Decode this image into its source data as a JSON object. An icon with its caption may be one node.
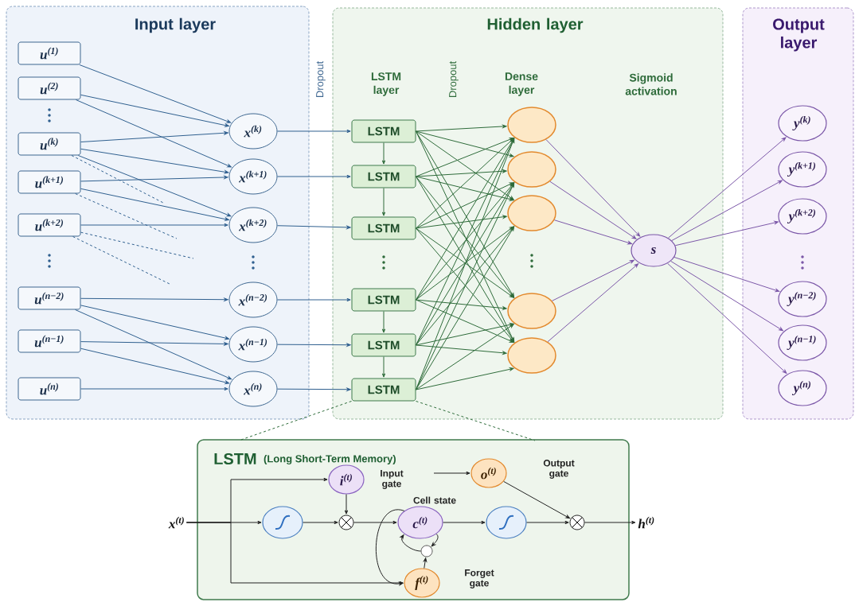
{
  "diagram": {
    "nodes": [
      {
        "text": [
          "Input layer"
        ]
      },
      {
        "text": [
          "Hidden layer"
        ]
      },
      {
        "text": [
          "Output layer"
        ]
      },
      {
        "text": [
          "u$^{(1)}$"
        ],
        "in": 0
      },
      {
        "text": [
          "u$^{(2)}$"
        ],
        "in": 0
      },
      {
        "text": [
          "u$^{(k)}$"
        ],
        "in": 0
      },
      {
        "text": [
          "u$^{(k+1)}$"
        ],
        "in": 0
      },
      {
        "text": [
          "u$^{(k+2)}$"
        ],
        "in": 0
      },
      {
        "text": [
          "u$^{(n−2)}$"
        ],
        "in": 0
      },
      {
        "text": [
          "u$^{(n−1)}$"
        ],
        "in": 0
      },
      {
        "text": [
          "u$^{(n)}$"
        ],
        "in": 0
      },
      {
        "text": [
          "x$^{(k)}$"
        ],
        "in": 0
      },
      {
        "text": [
          "x$^{(k+1)}$"
        ],
        "in": 0
      },
      {
        "text": [
          "x$^{(k+2)}$"
        ],
        "in": 0
      },
      {
        "text": [
          "x$^{(n−2)}$"
        ],
        "in": 0
      },
      {
        "text": [
          "x$^{(n−1)}$"
        ],
        "in": 0
      },
      {
        "text": [
          "x$^{(n)}$"
        ],
        "in": 0
      },
      {
        "text": [
          "LSTM"
        ],
        "in": 1
      },
      {
        "text": [
          "LSTM"
        ],
        "in": 1
      },
      {
        "text": [
          "LSTM"
        ],
        "in": 1
      },
      {
        "text": [
          "LSTM"
        ],
        "in": 1
      },
      {
        "text": [
          "LSTM"
        ],
        "in": 1
      },
      {
        "text": [
          "LSTM"
        ],
        "in": 1
      },
      {
        "text": [],
        "shape": "circle",
        "in": 1
      },
      {
        "text": [],
        "shape": "circle",
        "in": 1
      },
      {
        "text": [],
        "shape": "circle",
        "in": 1
      },
      {
        "text": [],
        "shape": "circle",
        "in": 1
      },
      {
        "text": [],
        "shape": "circle",
        "in": 1
      },
      {
        "text": [
          "s"
        ],
        "in": 1
      },
      {
        "text": [
          "y$^{(k)}$"
        ],
        "in": 2
      },
      {
        "text": [
          "y$^{(k+1)}$"
        ],
        "in": 2
      },
      {
        "text": [
          "y$^{(k+2)}$"
        ],
        "in": 2
      },
      {
        "text": [
          "y$^{(n−2)}$"
        ],
        "in": 2
      },
      {
        "text": [
          "y$^{(n−1)}$"
        ],
        "in": 2
      },
      {
        "text": [
          "y$^{(n)}$"
        ],
        "in": 2
      },
      {
        "text": [
          "LSTM",
          "(Long Short-Term Memory)"
        ]
      },
      {
        "text": [
          "x$^{(t)}$"
        ]
      },
      {
        "text": [],
        "shape": "circle",
        "in": 35
      },
      {
        "text": [
          "i$^{(t)}$"
        ],
        "beside": [
          "Input gate"
        ],
        "in": 35
      },
      {
        "text": [],
        "shape": "circle",
        "in": 35
      },
      {
        "text": [
          "c$^{(t)}$"
        ],
        "beside": [
          "Cell state"
        ],
        "in": 35
      },
      {
        "text": [],
        "shape": "circle",
        "in": 35
      },
      {
        "text": [
          "f$^{(t)}$"
        ],
        "beside": [
          "Forget gate"
        ],
        "in": 35
      },
      {
        "text": [],
        "shape": "circle",
        "in": 35
      },
      {
        "text": [
          "o$^{(t)}$"
        ],
        "beside": [
          "Output gate"
        ],
        "in": 35
      },
      {
        "text": [],
        "shape": "circle",
        "in": 35
      },
      {
        "text": [
          "h$^{(t)}$"
        ]
      }
    ],
    "edges": [
      {
        "from": 3,
        "to": 11,
        "arrow": "to",
        "color": "#2f5f8f"
      },
      {
        "from": 4,
        "to": 11,
        "arrow": "to",
        "color": "#2f5f8f"
      },
      {
        "from": 4,
        "to": 12,
        "arrow": "to",
        "color": "#2f5f8f"
      },
      {
        "from": 5,
        "to": 11,
        "arrow": "to",
        "color": "#2f5f8f"
      },
      {
        "from": 5,
        "to": 12,
        "arrow": "to",
        "color": "#2f5f8f"
      },
      {
        "from": 5,
        "to": 13,
        "arrow": "to",
        "color": "#2f5f8f"
      },
      {
        "from": 6,
        "to": 12,
        "arrow": "to",
        "color": "#2f5f8f"
      },
      {
        "from": 6,
        "to": 13,
        "arrow": "to",
        "color": "#2f5f8f"
      },
      {
        "from": 7,
        "to": 13,
        "arrow": "to",
        "color": "#2f5f8f"
      },
      {
        "from": 8,
        "to": 14,
        "arrow": "to",
        "color": "#2f5f8f"
      },
      {
        "from": 8,
        "to": 15,
        "arrow": "to",
        "color": "#2f5f8f"
      },
      {
        "from": 8,
        "to": 16,
        "arrow": "to",
        "color": "#2f5f8f"
      },
      {
        "from": 9,
        "to": 15,
        "arrow": "to",
        "color": "#2f5f8f"
      },
      {
        "from": 9,
        "to": 16,
        "arrow": "to",
        "color": "#2f5f8f"
      },
      {
        "from": 10,
        "to": 16,
        "arrow": "to",
        "color": "#2f5f8f"
      },
      {
        "from": 5,
        "to": null,
        "arrow": "none",
        "style": "dashed",
        "color": "#2f5f8f"
      },
      {
        "from": 6,
        "to": null,
        "arrow": "none",
        "style": "dashed",
        "color": "#2f5f8f"
      },
      {
        "from": 7,
        "to": null,
        "arrow": "none",
        "style": "dashed",
        "color": "#2f5f8f"
      },
      {
        "from": 7,
        "to": null,
        "arrow": "none",
        "style": "dashed",
        "color": "#2f5f8f"
      },
      {
        "from": 11,
        "to": 17,
        "arrow": "to",
        "color": "#2f5f8f"
      },
      {
        "from": 12,
        "to": 18,
        "arrow": "to",
        "color": "#2f5f8f"
      },
      {
        "from": 13,
        "to": 19,
        "arrow": "to",
        "color": "#2f5f8f"
      },
      {
        "from": 14,
        "to": 20,
        "arrow": "to",
        "color": "#2f5f8f"
      },
      {
        "from": 15,
        "to": 21,
        "arrow": "to",
        "color": "#2f5f8f"
      },
      {
        "from": 16,
        "to": 22,
        "arrow": "to",
        "color": "#2f5f8f"
      },
      {
        "from": 17,
        "to": 18,
        "arrow": "to"
      },
      {
        "from": 18,
        "to": 19,
        "arrow": "to"
      },
      {
        "from": 20,
        "to": 21,
        "arrow": "to"
      },
      {
        "from": 21,
        "to": 22,
        "arrow": "to"
      },
      {
        "from": 17,
        "to": 23,
        "arrow": "to"
      },
      {
        "from": 17,
        "to": 24,
        "arrow": "to"
      },
      {
        "from": 17,
        "to": 25,
        "arrow": "to"
      },
      {
        "from": 17,
        "to": 26,
        "arrow": "to"
      },
      {
        "from": 17,
        "to": 27,
        "arrow": "to"
      },
      {
        "from": 18,
        "to": 23,
        "arrow": "to"
      },
      {
        "from": 18,
        "to": 24,
        "arrow": "to"
      },
      {
        "from": 18,
        "to": 25,
        "arrow": "to"
      },
      {
        "from": 18,
        "to": 26,
        "arrow": "to"
      },
      {
        "from": 18,
        "to": 27,
        "arrow": "to"
      },
      {
        "from": 19,
        "to": 23,
        "arrow": "to"
      },
      {
        "from": 19,
        "to": 24,
        "arrow": "to"
      },
      {
        "from": 19,
        "to": 25,
        "arrow": "to"
      },
      {
        "from": 19,
        "to": 26,
        "arrow": "to"
      },
      {
        "from": 19,
        "to": 27,
        "arrow": "to"
      },
      {
        "from": 20,
        "to": 23,
        "arrow": "to"
      },
      {
        "from": 20,
        "to": 24,
        "arrow": "to"
      },
      {
        "from": 20,
        "to": 25,
        "arrow": "to"
      },
      {
        "from": 20,
        "to": 26,
        "arrow": "to"
      },
      {
        "from": 20,
        "to": 27,
        "arrow": "to"
      },
      {
        "from": 21,
        "to": 23,
        "arrow": "to"
      },
      {
        "from": 21,
        "to": 24,
        "arrow": "to"
      },
      {
        "from": 21,
        "to": 25,
        "arrow": "to"
      },
      {
        "from": 21,
        "to": 26,
        "arrow": "to"
      },
      {
        "from": 21,
        "to": 27,
        "arrow": "to"
      },
      {
        "from": 22,
        "to": 23,
        "arrow": "to"
      },
      {
        "from": 22,
        "to": 24,
        "arrow": "to"
      },
      {
        "from": 22,
        "to": 25,
        "arrow": "to"
      },
      {
        "from": 22,
        "to": 26,
        "arrow": "to"
      },
      {
        "from": 22,
        "to": 27,
        "arrow": "to"
      },
      {
        "from": 23,
        "to": 28,
        "arrow": "to",
        "color": "#7b57a8"
      },
      {
        "from": 24,
        "to": 28,
        "arrow": "to",
        "color": "#7b57a8"
      },
      {
        "from": 25,
        "to": 28,
        "arrow": "to",
        "color": "#7b57a8"
      },
      {
        "from": 26,
        "to": 28,
        "arrow": "to",
        "color": "#7b57a8"
      },
      {
        "from": 27,
        "to": 28,
        "arrow": "to",
        "color": "#7b57a8"
      },
      {
        "from": 28,
        "to": 29,
        "arrow": "to",
        "color": "#7b57a8"
      },
      {
        "from": 28,
        "to": 30,
        "arrow": "to",
        "color": "#7b57a8"
      },
      {
        "from": 28,
        "to": 31,
        "arrow": "to",
        "color": "#7b57a8"
      },
      {
        "from": 28,
        "to": 32,
        "arrow": "to",
        "color": "#7b57a8"
      },
      {
        "from": 28,
        "to": 33,
        "arrow": "to",
        "color": "#7b57a8"
      },
      {
        "from": 28,
        "to": 34,
        "arrow": "to",
        "color": "#7b57a8"
      },
      {
        "from": 22,
        "to": 35,
        "arrow": "none",
        "style": "dashed"
      },
      {
        "from": 22,
        "to": 35,
        "arrow": "none",
        "style": "dashed"
      },
      {
        "from": 36,
        "to": 37,
        "arrow": "to",
        "color": "#222222"
      },
      {
        "from": 36,
        "to": 38,
        "arrow": "to",
        "color": "#222222"
      },
      {
        "from": 36,
        "to": 42,
        "arrow": "to",
        "color": "#222222"
      },
      {
        "from": 37,
        "to": 39,
        "arrow": "to",
        "color": "#222222"
      },
      {
        "from": 38,
        "to": 39,
        "arrow": "to",
        "color": "#222222"
      },
      {
        "from": 39,
        "to": 40,
        "arrow": "to",
        "color": "#222222"
      },
      {
        "from": 40,
        "to": 42,
        "arrow": "to",
        "color": "#222222"
      },
      {
        "from": 41,
        "to": 40,
        "arrow": "to",
        "color": "#222222"
      },
      {
        "from": 40,
        "to": 41,
        "arrow": "to",
        "color": "#222222"
      },
      {
        "from": 42,
        "to": 41,
        "arrow": "to",
        "color": "#222222"
      },
      {
        "from": 40,
        "to": 43,
        "arrow": "to",
        "color": "#222222"
      },
      {
        "from": 43,
        "to": 45,
        "arrow": "to",
        "color": "#222222"
      },
      {
        "from": null,
        "to": 44,
        "arrow": "to",
        "color": "#222222"
      },
      {
        "from": 44,
        "to": 45,
        "arrow": "to",
        "color": "#222222"
      },
      {
        "from": 45,
        "to": 46,
        "arrow": "to",
        "color": "#222222"
      }
    ],
    "labels": [
      "Dropout",
      "LSTM layer",
      "Dropout",
      "Dense layer",
      "Sigmoid activation"
    ]
  }
}
